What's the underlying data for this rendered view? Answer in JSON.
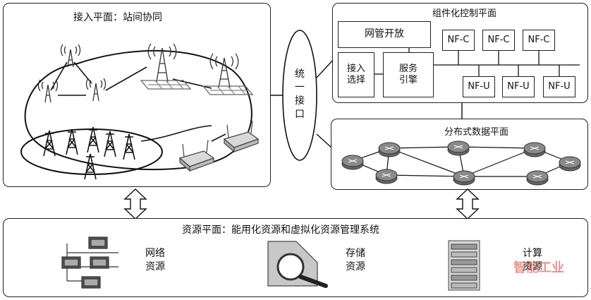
{
  "access_plane": {
    "title": "接入平面：站间协同"
  },
  "unified_interface": {
    "label": "统一接口"
  },
  "control_plane": {
    "title": "组件化控制平面",
    "nm_open": "网管开放",
    "access_select": "接入选择",
    "service_engine": "服务引擎",
    "nfc": [
      "NF-C",
      "NF-C",
      "NF-C"
    ],
    "nfu": [
      "NF-U",
      "NF-U",
      "NF-U"
    ]
  },
  "data_plane": {
    "title": "分布式数据平面"
  },
  "resource_plane": {
    "title": "资源平面：能用化资源和虚拟化资源管理系统",
    "network": "网络资源",
    "storage": "存储资源",
    "compute": "计算资源"
  },
  "watermark": "智能工业"
}
